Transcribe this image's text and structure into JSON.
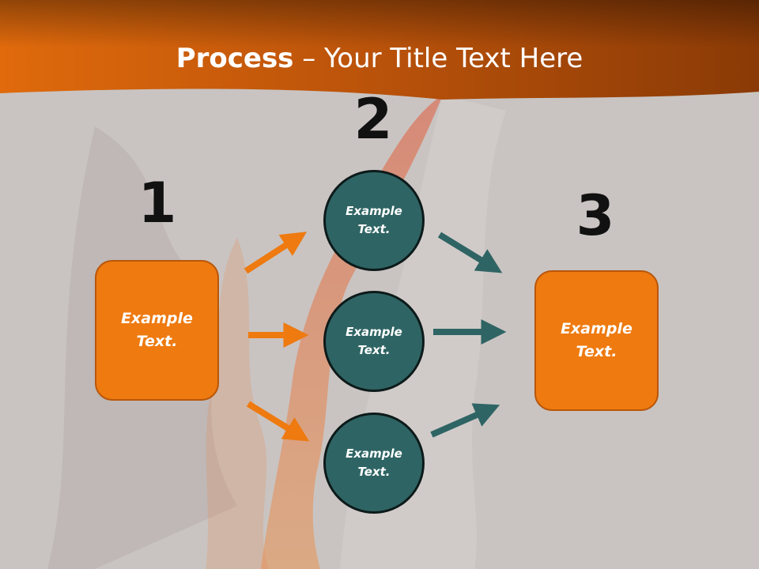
{
  "title": {
    "bold": "Process",
    "rest": " – Your Title Text Here"
  },
  "steps": [
    {
      "number": "1",
      "label_line1": "Example",
      "label_line2": "Text."
    },
    {
      "number": "2"
    },
    {
      "number": "3",
      "label_line1": "Example",
      "label_line2": "Text."
    }
  ],
  "circles": [
    {
      "line1": "Example",
      "line2": "Text."
    },
    {
      "line1": "Example",
      "line2": "Text."
    },
    {
      "line1": "Example",
      "line2": "Text."
    }
  ],
  "colors": {
    "orange": "#ee7a10",
    "teal": "#2f6464",
    "header": "#c45a08"
  }
}
